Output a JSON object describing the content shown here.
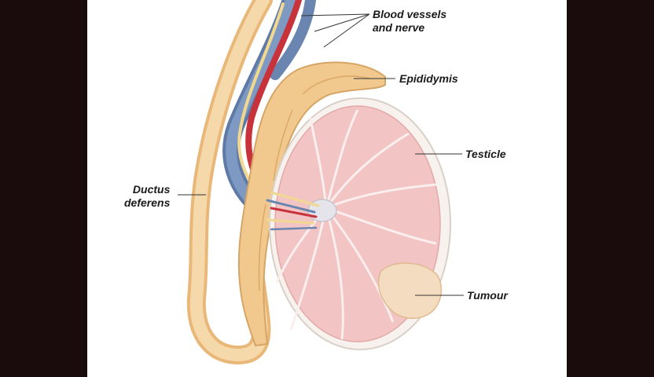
{
  "labels": {
    "blood_vessels_line1": "Blood vessels",
    "blood_vessels_line2": "and nerve",
    "epididymis": "Epididymis",
    "testicle": "Testicle",
    "ductus_line1": "Ductus",
    "ductus_line2": "deferens",
    "tumour": "Tumour"
  },
  "colors": {
    "background": "#1a0c0c",
    "panel": "#ffffff",
    "tissue_tan": "#f3cd96",
    "testicle_pink": "#f2c4c4",
    "vein_blue": "#6a86b0",
    "artery_red": "#c8323a",
    "tumour": "#f4dcc0"
  }
}
